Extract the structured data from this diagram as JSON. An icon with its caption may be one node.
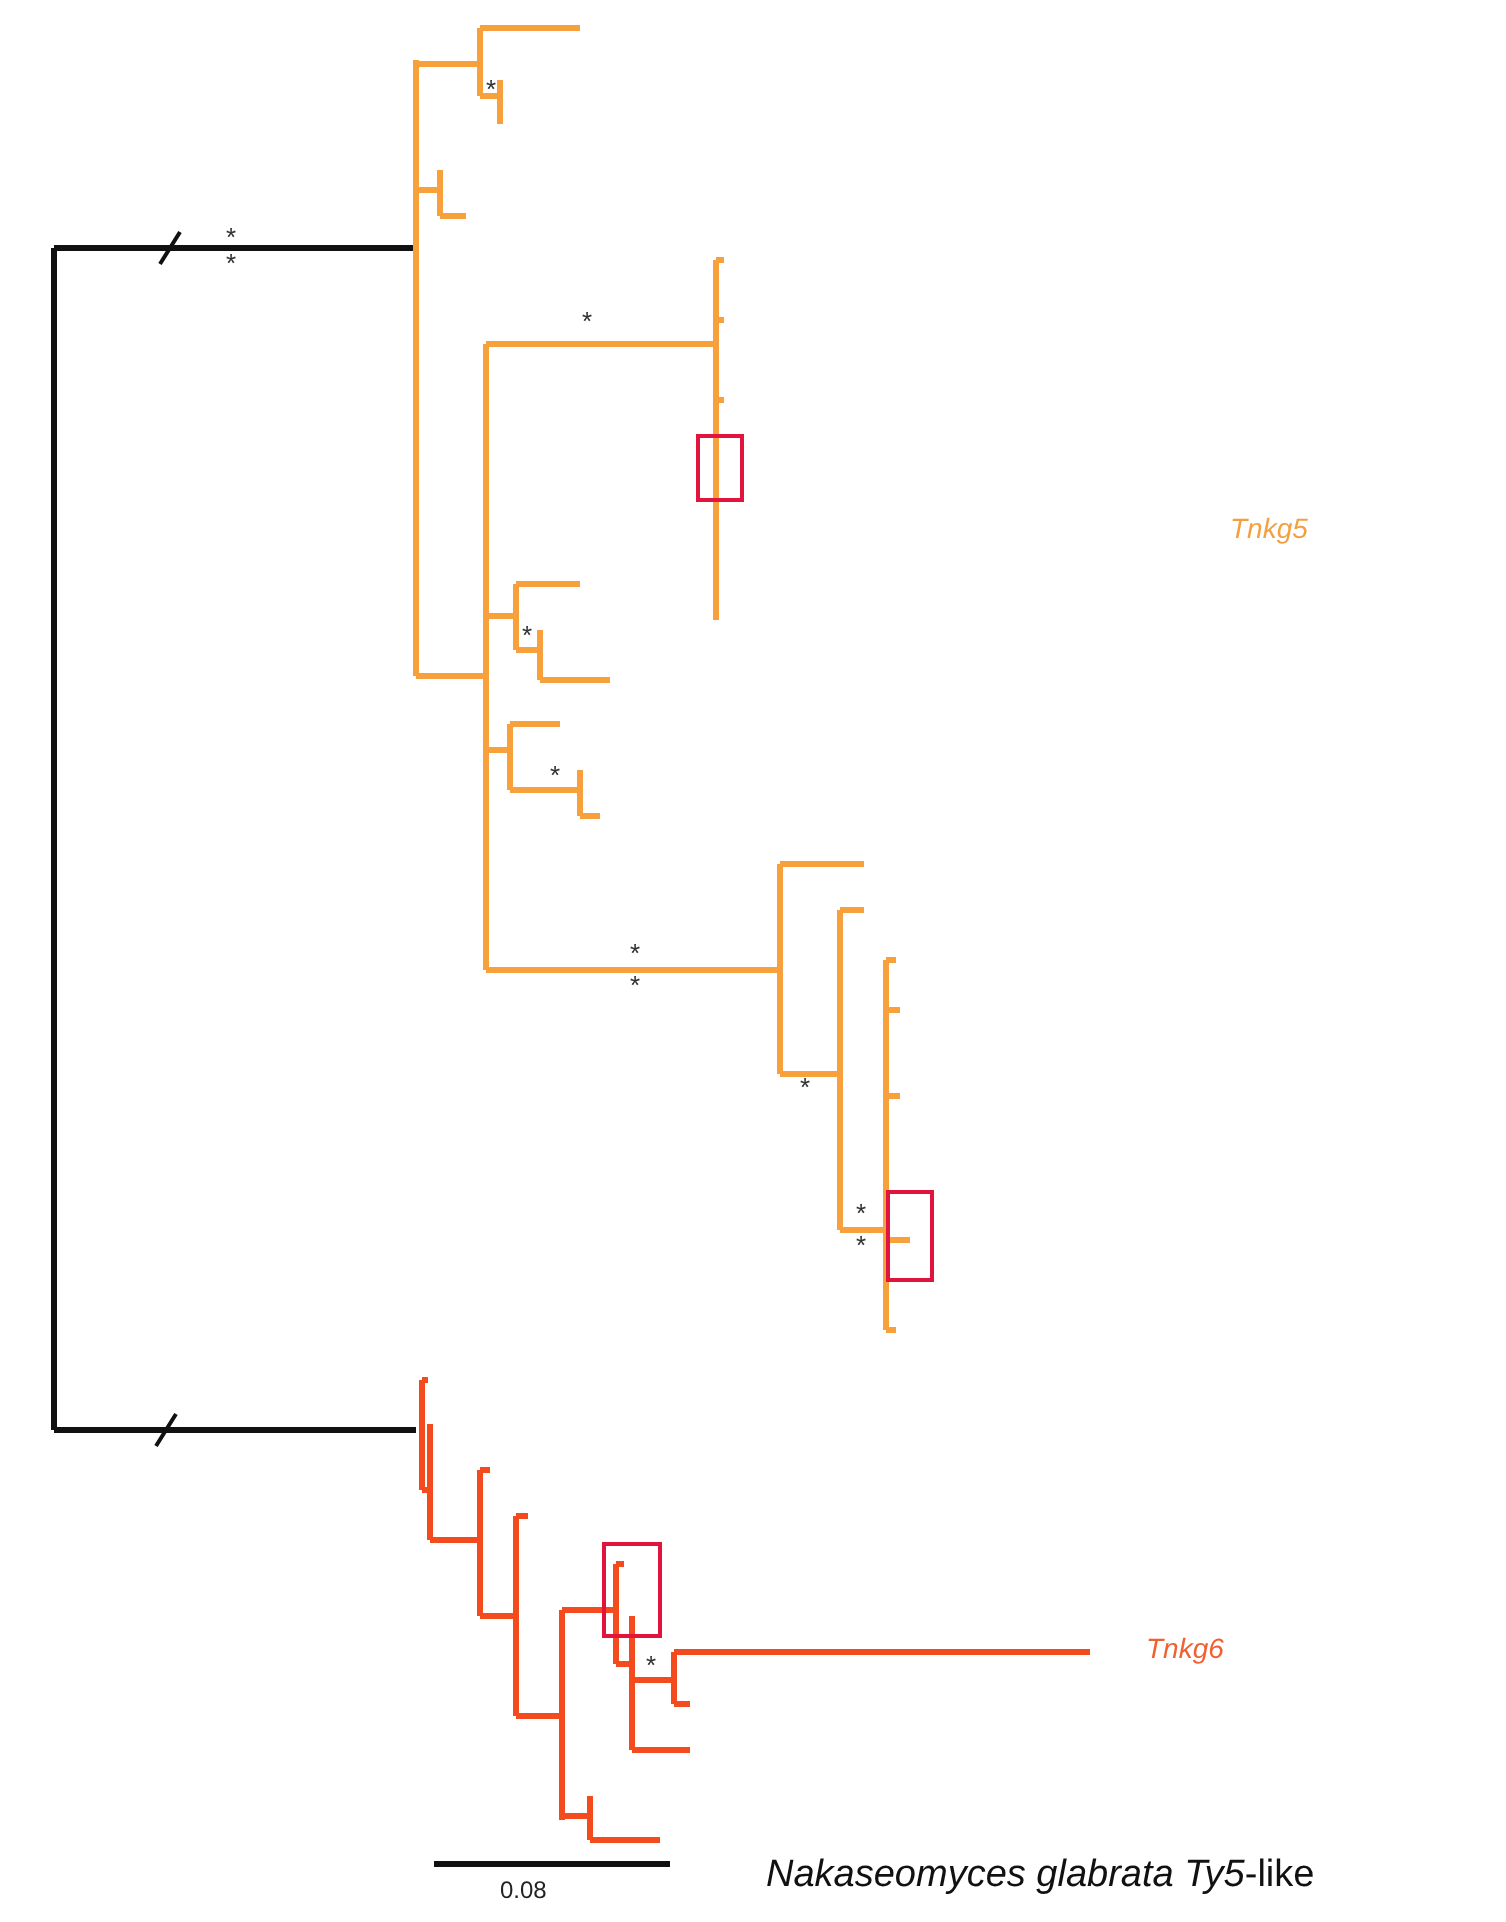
{
  "diagram": {
    "labels": [
      "*",
      "*",
      "*",
      "*",
      "Tnkg5",
      "*",
      "*",
      "*",
      "*",
      "*",
      "*",
      "*",
      "Tnkg6",
      "*",
      "0.08",
      "*Nakaseomyces glabrata Ty5*-like"
    ]
  }
}
